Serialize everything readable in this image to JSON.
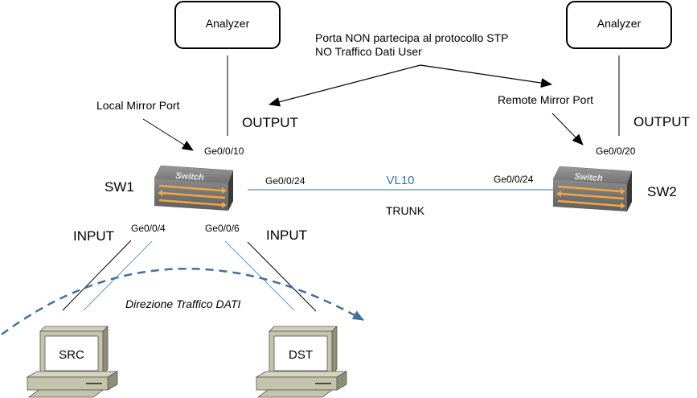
{
  "analyzers": [
    {
      "label": "Analyzer"
    },
    {
      "label": "Analyzer"
    }
  ],
  "annotation": {
    "line1": "Porta NON partecipa al protocollo STP",
    "line2": "NO Traffico Dati User"
  },
  "sw1": {
    "name": "SW1",
    "device_label": "Switch",
    "mirror_label": "Local Mirror Port",
    "output_label": "OUTPUT",
    "port_mirror": "Ge0/0/10",
    "port_trunk": "Ge0/0/24",
    "port_src": "Ge0/0/4",
    "port_dst": "Ge0/0/6",
    "input_left": "INPUT",
    "input_right": "INPUT"
  },
  "sw2": {
    "name": "SW2",
    "device_label": "Switch",
    "mirror_label": "Remote Mirror Port",
    "output_label": "OUTPUT",
    "port_mirror": "Ge0/0/20",
    "port_trunk": "Ge0/0/24"
  },
  "link": {
    "vlan": "VL10",
    "type": "TRUNK",
    "color": "#2e75b6"
  },
  "traffic": {
    "label": "Direzione Traffico DATI",
    "color": "#41719c"
  },
  "hosts": [
    {
      "label": "SRC"
    },
    {
      "label": "DST"
    }
  ]
}
